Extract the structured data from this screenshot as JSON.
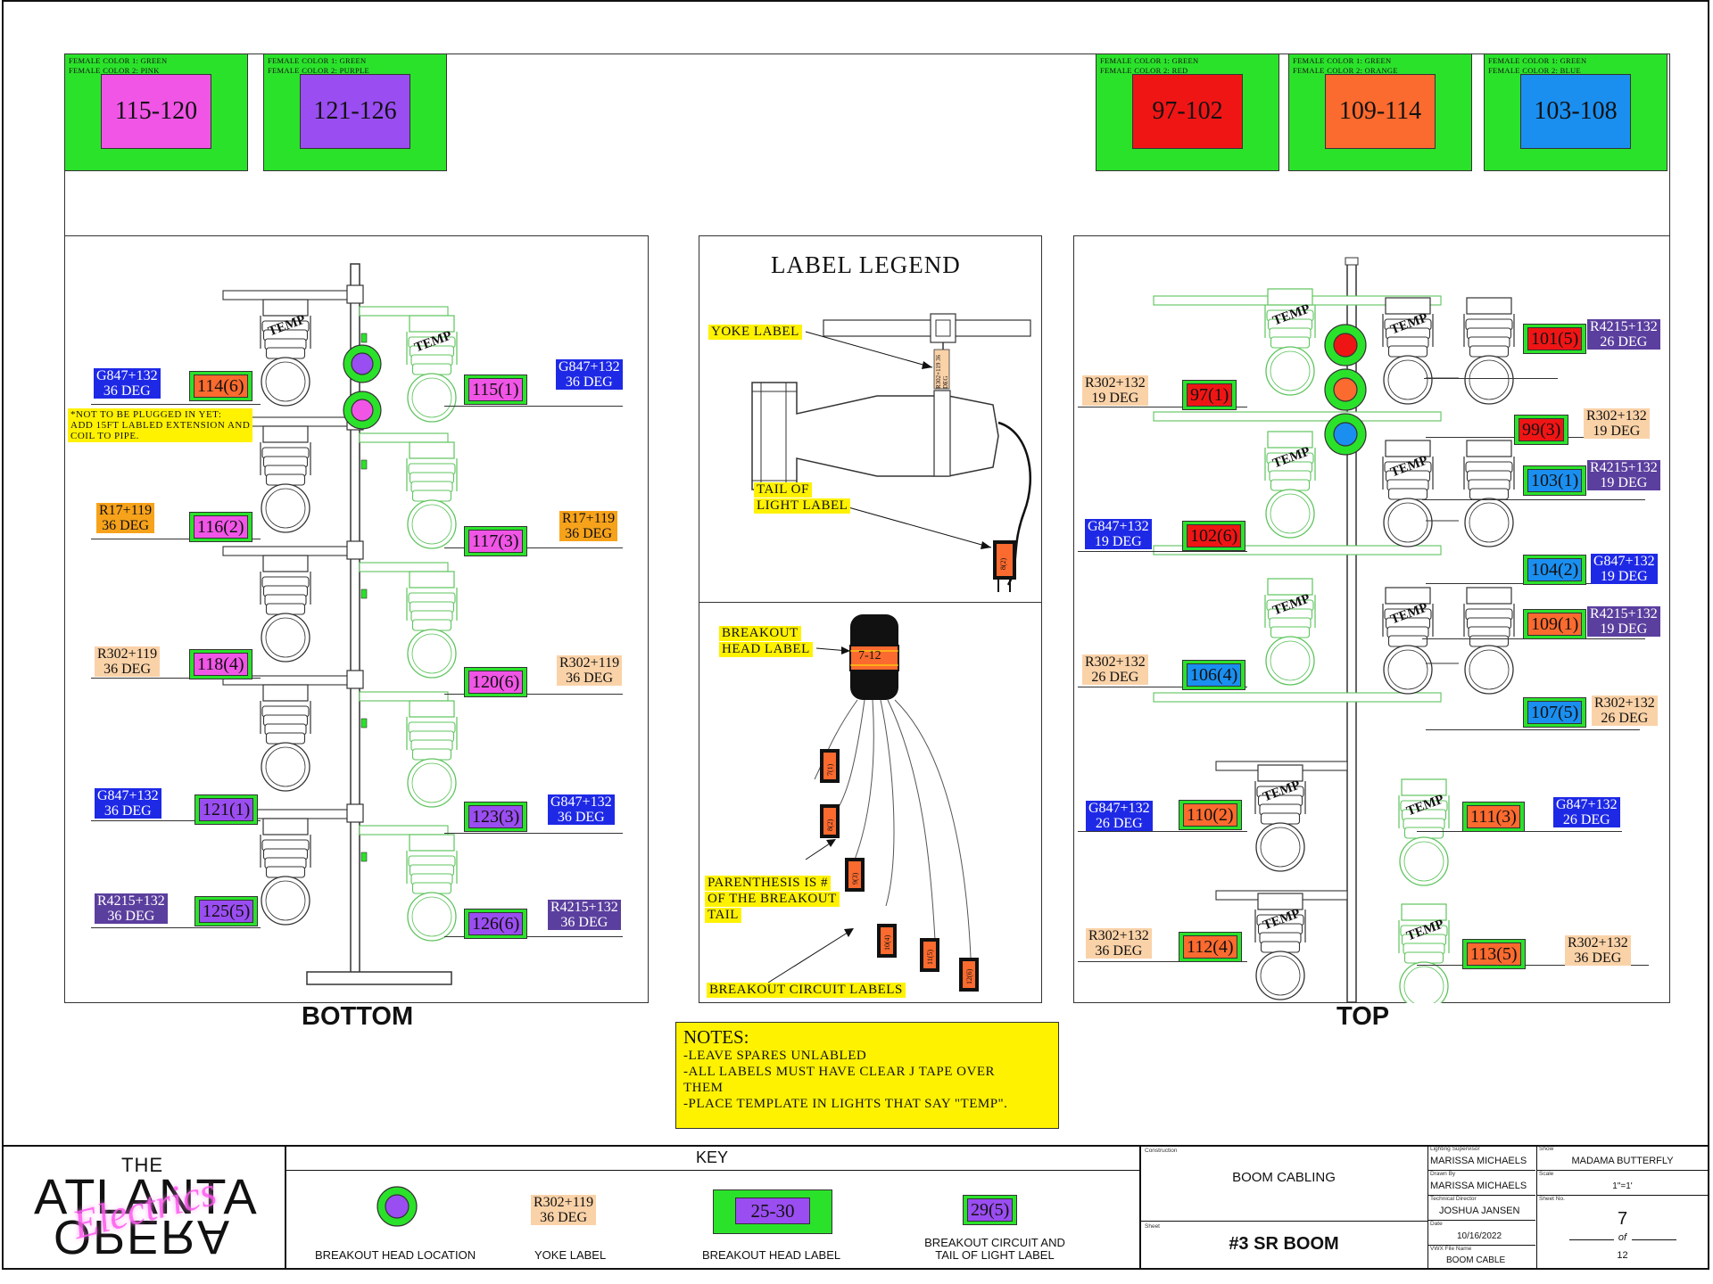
{
  "color_boxes": [
    {
      "fc1": "FEMALE COLOR 1: GREEN",
      "fc2": "FEMALE COLOR 2: PINK",
      "range": "115-120",
      "color": "#f055e6"
    },
    {
      "fc1": "FEMALE COLOR 1: GREEN",
      "fc2": "FEMALE COLOR 2: PURPLE",
      "range": "121-126",
      "color": "#9a4df0"
    },
    {
      "fc1": "FEMALE COLOR 1: GREEN",
      "fc2": "FEMALE COLOR 2: RED",
      "range": "97-102",
      "color": "#f01515"
    },
    {
      "fc1": "FEMALE COLOR 1: GREEN",
      "fc2": "FEMALE COLOR 2: ORANGE",
      "range": "109-114",
      "color": "#fb6a2e"
    },
    {
      "fc1": "FEMALE COLOR 1: GREEN",
      "fc2": "FEMALE COLOR 2: BLUE",
      "range": "103-108",
      "color": "#1a8ff0"
    }
  ],
  "bottom": {
    "title": "BOTTOM",
    "note_lines": [
      "*NOT TO BE PLUGGED IN YET:",
      "ADD 15FT LABLED EXTENSION AND",
      "COIL TO PIPE."
    ],
    "temp": "TEMP",
    "yokes": [
      {
        "l1": "G847+132",
        "l2": "36 DEG",
        "style": "blue"
      },
      {
        "l1": "G847+132",
        "l2": "36 DEG",
        "style": "blue"
      },
      {
        "l1": "R17+119",
        "l2": "36 DEG",
        "style": "orange"
      },
      {
        "l1": "R17+119",
        "l2": "36 DEG",
        "style": "orange"
      },
      {
        "l1": "R302+119",
        "l2": "36 DEG",
        "style": "peach"
      },
      {
        "l1": "R302+119",
        "l2": "36 DEG",
        "style": "peach"
      },
      {
        "l1": "G847+132",
        "l2": "36 DEG",
        "style": "blue"
      },
      {
        "l1": "G847+132",
        "l2": "36 DEG",
        "style": "blue"
      },
      {
        "l1": "R4215+132",
        "l2": "36 DEG",
        "style": "purple"
      },
      {
        "l1": "R4215+132",
        "l2": "36 DEG",
        "style": "purple"
      }
    ],
    "chips": [
      {
        "text": "114(6)",
        "color": "#fb6a2e"
      },
      {
        "text": "115(1)",
        "color": "#f055e6"
      },
      {
        "text": "116(2)",
        "color": "#f055e6"
      },
      {
        "text": "117(3)",
        "color": "#f055e6"
      },
      {
        "text": "118(4)",
        "color": "#f055e6"
      },
      {
        "text": "120(6)",
        "color": "#f055e6"
      },
      {
        "text": "121(1)",
        "color": "#9a4df0"
      },
      {
        "text": "123(3)",
        "color": "#9a4df0"
      },
      {
        "text": "125(5)",
        "color": "#9a4df0"
      },
      {
        "text": "126(6)",
        "color": "#9a4df0"
      }
    ]
  },
  "legend": {
    "title": "LABEL LEGEND",
    "yoke_label": "YOKE LABEL",
    "tail_label_1": "TAIL OF",
    "tail_label_2": "LIGHT LABEL",
    "yoke_tag": "R302+119 36 DEG",
    "tail_tag": "8(2)",
    "breakout_head_1": "BREAKOUT",
    "breakout_head_2": "HEAD LABEL",
    "head_range": "7-12",
    "paren_1": "PARENTHESIS IS #",
    "paren_2": "OF THE BREAKOUT",
    "paren_3": "TAIL",
    "circuit_labels": "BREAKOUT CIRCUIT LABELS",
    "tails": [
      "7(1)",
      "8(2)",
      "9(3)",
      "10(4)",
      "11(5)",
      "12(6)"
    ]
  },
  "top": {
    "title": "TOP",
    "temp": "TEMP",
    "yokes": [
      {
        "l1": "R302+132",
        "l2": "19 DEG",
        "style": "peach"
      },
      {
        "l1": "R4215+132",
        "l2": "26 DEG",
        "style": "purple"
      },
      {
        "l1": "R302+132",
        "l2": "19 DEG",
        "style": "peach"
      },
      {
        "l1": "R4215+132",
        "l2": "19 DEG",
        "style": "purple"
      },
      {
        "l1": "G847+132",
        "l2": "19 DEG",
        "style": "blue"
      },
      {
        "l1": "G847+132",
        "l2": "19 DEG",
        "style": "blue"
      },
      {
        "l1": "R4215+132",
        "l2": "19 DEG",
        "style": "purple"
      },
      {
        "l1": "R302+132",
        "l2": "26 DEG",
        "style": "peach"
      },
      {
        "l1": "R302+132",
        "l2": "26 DEG",
        "style": "peach"
      },
      {
        "l1": "G847+132",
        "l2": "26 DEG",
        "style": "blue"
      },
      {
        "l1": "G847+132",
        "l2": "26 DEG",
        "style": "blue"
      },
      {
        "l1": "R302+132",
        "l2": "36 DEG",
        "style": "peach"
      },
      {
        "l1": "R302+132",
        "l2": "36 DEG",
        "style": "peach"
      }
    ],
    "chips": [
      {
        "text": "97(1)",
        "color": "#f01515"
      },
      {
        "text": "101(5)",
        "color": "#f01515"
      },
      {
        "text": "99(3)",
        "color": "#f01515"
      },
      {
        "text": "103(1)",
        "color": "#1a8ff0"
      },
      {
        "text": "102(6)",
        "color": "#f01515"
      },
      {
        "text": "104(2)",
        "color": "#1a8ff0"
      },
      {
        "text": "109(1)",
        "color": "#fb6a2e"
      },
      {
        "text": "106(4)",
        "color": "#1a8ff0"
      },
      {
        "text": "107(5)",
        "color": "#1a8ff0"
      },
      {
        "text": "110(2)",
        "color": "#fb6a2e"
      },
      {
        "text": "111(3)",
        "color": "#fb6a2e"
      },
      {
        "text": "112(4)",
        "color": "#fb6a2e"
      },
      {
        "text": "113(5)",
        "color": "#fb6a2e"
      }
    ]
  },
  "notes": {
    "title": "NOTES:",
    "lines": [
      "-LEAVE SPARES UNLABLED",
      "-ALL LABELS MUST HAVE CLEAR J TAPE OVER",
      "THEM",
      "-PLACE TEMPLATE IN LIGHTS THAT SAY \"TEMP\"."
    ]
  },
  "logo": {
    "the": "THE",
    "atlanta": "ATLANTA",
    "opera": "OPERA",
    "script": "Electrics"
  },
  "key": {
    "title": "KEY",
    "breakout_location": "BREAKOUT HEAD LOCATION",
    "yoke_label": "YOKE LABEL",
    "yoke_l1": "R302+119",
    "yoke_l2": "36 DEG",
    "head_label": "BREAKOUT HEAD LABEL",
    "head_range": "25-30",
    "circuit_label_1": "BREAKOUT CIRCUIT AND",
    "circuit_label_2": "TAIL OF LIGHT LABEL",
    "circuit_chip": "29(5)"
  },
  "title_block": {
    "construction_label": "Construction",
    "construction": "BOOM CABLING",
    "sheet_label": "Sheet",
    "sheet": "#3 SR BOOM",
    "ls_label": "Lighting Supervisor",
    "ls": "MARISSA MICHAELS",
    "db_label": "Drawn By",
    "db": "MARISSA MICHAELS",
    "td_label": "Technical Director",
    "td": "JOSHUA JANSEN",
    "date_label": "Date",
    "date": "10/16/2022",
    "vwx_label": "VWX File Name",
    "vwx": "BOOM CABLE",
    "show_label": "Show",
    "show": "MADAMA BUTTERFLY",
    "scale_label": "Scale",
    "scale": "1\"=1'",
    "sheetno_label": "Sheet No.",
    "sheet_no": "7",
    "of": "of",
    "total": "12"
  }
}
